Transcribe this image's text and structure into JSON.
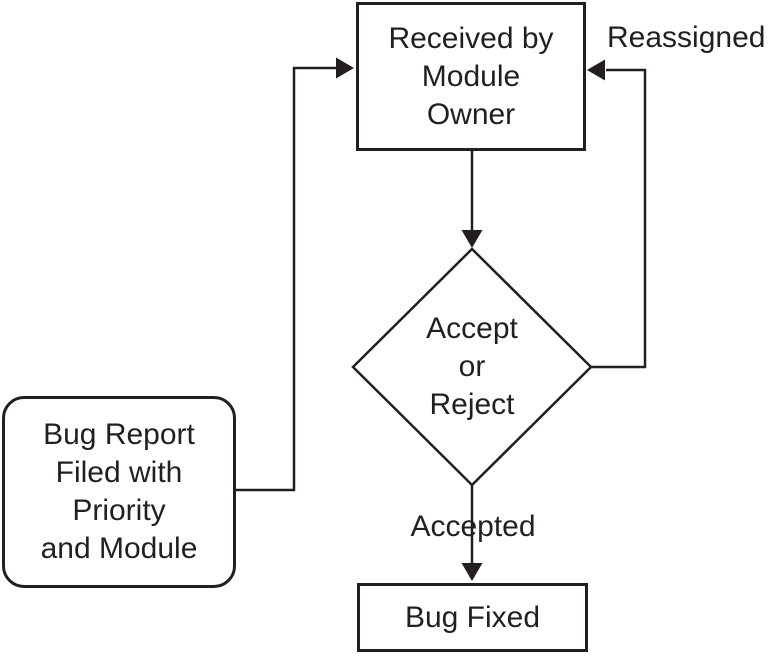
{
  "diagram": {
    "type": "flowchart",
    "background_color": "#ffffff",
    "stroke_color": "#231f20",
    "text_color": "#231f20",
    "nodes": {
      "bug_report": {
        "shape": "rounded-rectangle",
        "lines": [
          "Bug Report",
          "Filed with",
          "Priority",
          "and Module"
        ]
      },
      "received": {
        "shape": "rectangle",
        "lines": [
          "Received by",
          "Module",
          "Owner"
        ]
      },
      "decision": {
        "shape": "diamond",
        "lines": [
          "Accept",
          "or",
          "Reject"
        ]
      },
      "bug_fixed": {
        "shape": "rectangle",
        "lines": [
          "Bug Fixed"
        ]
      }
    },
    "labels": {
      "reassigned": "Reassigned",
      "accepted": "Accepted"
    },
    "edges": [
      {
        "from": "bug_report",
        "to": "received",
        "label": ""
      },
      {
        "from": "received",
        "to": "decision",
        "label": ""
      },
      {
        "from": "decision",
        "to": "received",
        "label": "Reassigned"
      },
      {
        "from": "decision",
        "to": "bug_fixed",
        "label": "Accepted"
      }
    ]
  }
}
